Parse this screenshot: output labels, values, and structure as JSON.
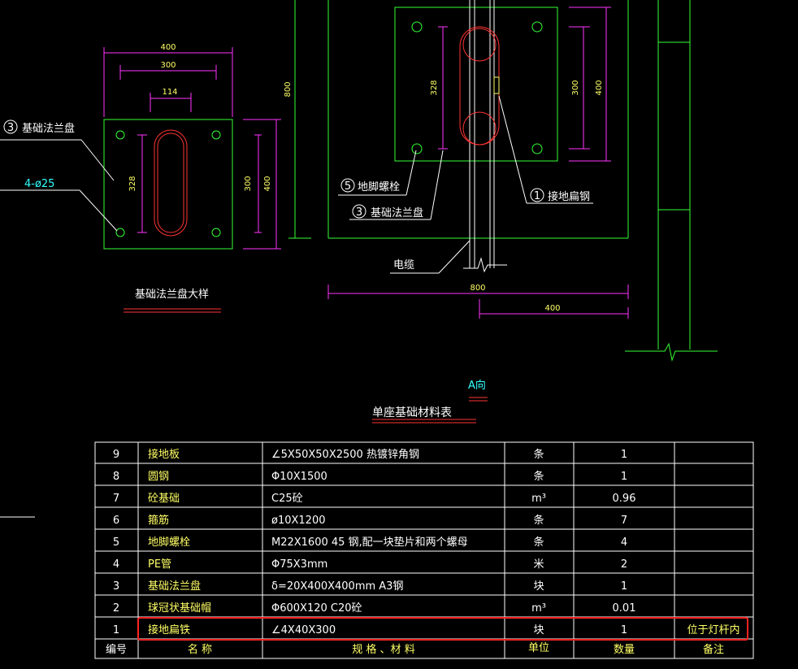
{
  "flange_detail": {
    "dims": {
      "w400": "400",
      "w300": "300",
      "w114": "114",
      "h328": "328",
      "h300": "300",
      "h400": "400"
    },
    "callout_item": "3",
    "callout_text": "基础法兰盘",
    "holes_text": "4-ø25",
    "caption": "基础法兰盘大样"
  },
  "elevation": {
    "dim_800_vertical": "800",
    "dims": {
      "h328": "328",
      "h300": "300",
      "h400": "400"
    },
    "callout_5_item": "5",
    "callout_5_text": "地脚螺栓",
    "callout_3_item": "3",
    "callout_3_text": "基础法兰盘",
    "callout_1_item": "1",
    "callout_1_text": "接地扁钢",
    "cable_label": "电缆",
    "dim_800": "800",
    "dim_400": "400",
    "view_label": "A向"
  },
  "table": {
    "title": "单座基础材料表",
    "header": {
      "no": "编号",
      "name": "名    称",
      "spec": "规  格 、材  料",
      "unit": "单位",
      "qty": "数量",
      "note": "备注"
    },
    "rows": [
      {
        "no": "9",
        "name": "接地板",
        "spec": "∠5X50X50X2500   热镀锌角钢",
        "unit": "条",
        "qty": "1",
        "note": ""
      },
      {
        "no": "8",
        "name": "圆钢",
        "spec": "Φ10X1500",
        "unit": "条",
        "qty": "1",
        "note": ""
      },
      {
        "no": "7",
        "name": "砼基础",
        "spec": "C25砼",
        "unit": "m³",
        "qty": "0.96",
        "note": ""
      },
      {
        "no": "6",
        "name": "箍筋",
        "spec": "ø10X1200",
        "unit": "条",
        "qty": "7",
        "note": ""
      },
      {
        "no": "5",
        "name": "地脚螺栓",
        "spec": "M22X1600   45 钢,配一块垫片和两个螺母",
        "unit": "条",
        "qty": "4",
        "note": ""
      },
      {
        "no": "4",
        "name": "PE管",
        "spec": "Φ75X3mm",
        "unit": "米",
        "qty": "2",
        "note": ""
      },
      {
        "no": "3",
        "name": "基础法兰盘",
        "spec": "δ=20X400X400mm   A3钢",
        "unit": "块",
        "qty": "1",
        "note": ""
      },
      {
        "no": "2",
        "name": "球冠状基础帽",
        "spec": "Φ600X120   C20砼",
        "unit": "m³",
        "qty": "0.01",
        "note": ""
      },
      {
        "no": "1",
        "name": "接地扁铁",
        "spec": "∠4X40X300",
        "unit": "块",
        "qty": "1",
        "note": "位于灯杆内"
      }
    ]
  }
}
